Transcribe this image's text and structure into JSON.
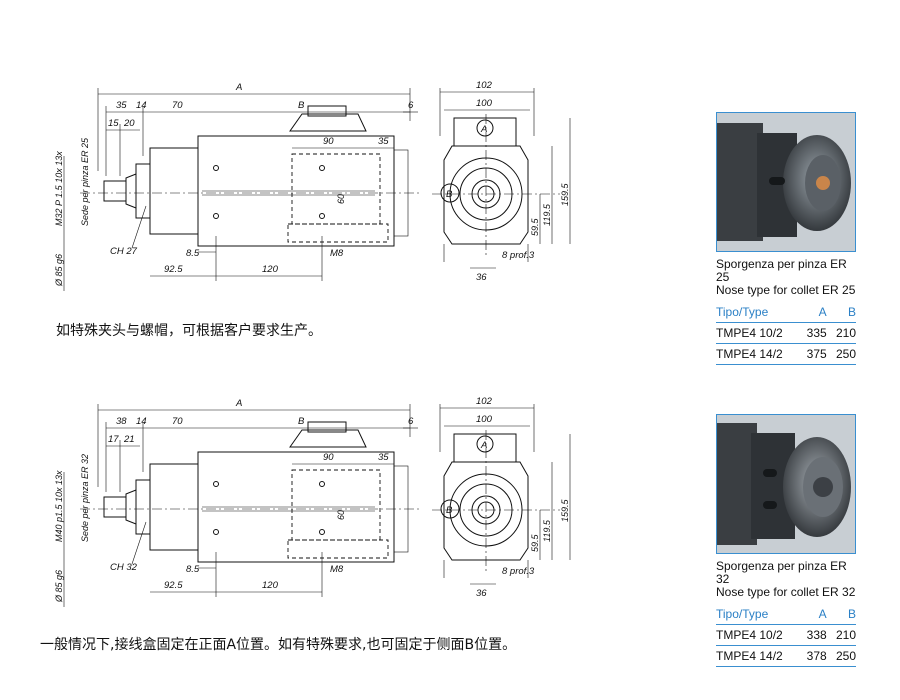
{
  "drawings": [
    {
      "labels": {
        "A": "A",
        "B": "B",
        "d102": "102",
        "d100": "100",
        "d6": "6",
        "d35": "35",
        "d14": "14",
        "d70": "70",
        "d15": "15",
        "d20": "20",
        "d90": "90",
        "d35b": "35",
        "d60": "60",
        "d8_5": "8.5",
        "d92_5": "92.5",
        "d120": "120",
        "m8": "M8",
        "ch": "CH 27",
        "prof": "8 prof.3",
        "d36": "36",
        "d59_5": "59.5",
        "d119_5": "119.5",
        "d159_5": "159.5",
        "dia": "Ø 85 g6",
        "thread": "M32 P 1.5 10x 13x",
        "seat": "Sede per pinza ER 25",
        "markA": "A",
        "markB": "B"
      },
      "caption": "如特殊夹头与螺帽，可根据客户要求生产。"
    },
    {
      "labels": {
        "A": "A",
        "B": "B",
        "d102": "102",
        "d100": "100",
        "d6": "6",
        "d35": "38",
        "d14": "14",
        "d70": "70",
        "d15": "17",
        "d20": "21",
        "d90": "90",
        "d35b": "35",
        "d60": "60",
        "d8_5": "8.5",
        "d92_5": "92.5",
        "d120": "120",
        "m8": "M8",
        "ch": "CH 32",
        "prof": "8 prof.3",
        "d36": "36",
        "d59_5": "59.5",
        "d119_5": "119.5",
        "d159_5": "159.5",
        "dia": "Ø 85 g6",
        "thread": "M40 p1.5 10x 13x",
        "seat": "Sede per pinza ER 32",
        "markA": "A",
        "markB": "B"
      },
      "caption": "一般情况下,接线盒固定在正面A位置。如有特殊要求,也可固定于侧面B位置。"
    }
  ],
  "products": [
    {
      "line1": "Sporgenza per pinza ER 25",
      "line2": "Nose type for collet ER 25",
      "headers": {
        "type": "Tipo/Type",
        "a": "A",
        "b": "B"
      },
      "rows": [
        {
          "type": "TMPE4 10/2",
          "a": "335",
          "b": "210"
        },
        {
          "type": "TMPE4 14/2",
          "a": "375",
          "b": "250"
        }
      ]
    },
    {
      "line1": "Sporgenza per pinza ER 32",
      "line2": "Nose type for collet ER 32",
      "headers": {
        "type": "Tipo/Type",
        "a": "A",
        "b": "B"
      },
      "rows": [
        {
          "type": "TMPE4 10/2",
          "a": "338",
          "b": "210"
        },
        {
          "type": "TMPE4 14/2",
          "a": "378",
          "b": "250"
        }
      ]
    }
  ]
}
